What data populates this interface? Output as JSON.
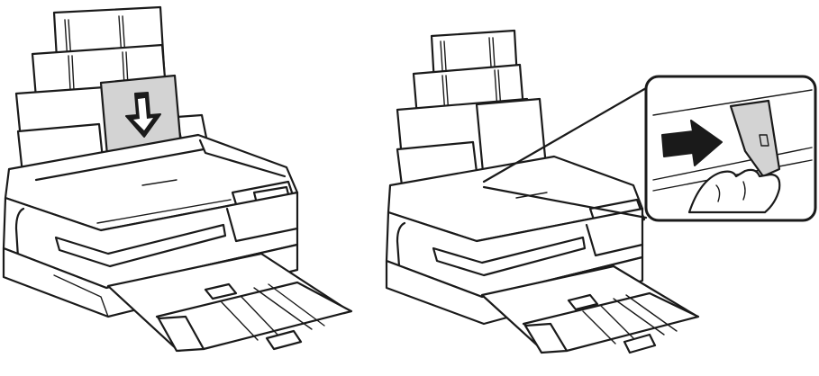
{
  "figure": {
    "panels": [
      {
        "step": "insert-paper",
        "arrow_direction": "down"
      },
      {
        "step": "slide-edge-guide",
        "arrow_direction": "right",
        "has_zoom_callout": true
      }
    ],
    "colors": {
      "line": "#1a1a1a",
      "paper_fill": "#d3d3d3",
      "background": "#ffffff"
    },
    "icons": [
      "printer-icon",
      "down-arrow-icon",
      "right-arrow-icon",
      "hand-icon",
      "edge-guide-icon"
    ]
  }
}
